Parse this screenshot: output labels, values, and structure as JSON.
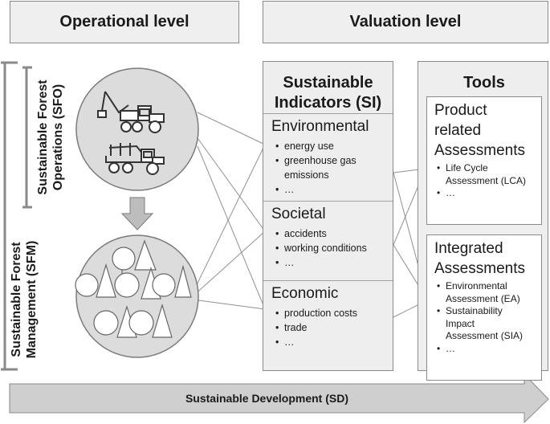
{
  "headers": {
    "operational": "Operational level",
    "valuation": "Valuation level"
  },
  "side_labels": {
    "sfo_line1": "Sustainable Forest",
    "sfo_line2": "Operations (SFO)",
    "sfm_line1": "Sustainable Forest",
    "sfm_line2": "Management (SFM)"
  },
  "indicators": {
    "title_line1": "Sustainable",
    "title_line2": "Indicators (SI)",
    "groups": [
      {
        "name": "Environmental",
        "items": [
          "energy use",
          "greenhouse gas",
          "emissions",
          "…"
        ]
      },
      {
        "name": "Societal",
        "items": [
          "accidents",
          "working conditions",
          "…"
        ]
      },
      {
        "name": "Economic",
        "items": [
          "production costs",
          "trade",
          "…"
        ]
      }
    ]
  },
  "tools": {
    "title": "Tools",
    "product": {
      "title_lines": [
        "Product",
        "related",
        "Assessments"
      ],
      "items": [
        "Life Cycle",
        "Assessment (LCA)",
        "…"
      ]
    },
    "integrated": {
      "title_lines": [
        "Integrated",
        "Assessments"
      ],
      "items": [
        "Environmental",
        "Assessment (EA)",
        "Sustainability",
        "Impact",
        "Assessment (SIA)",
        "…"
      ]
    }
  },
  "bottom_arrow": "Sustainable Development (SD)",
  "icons": [
    "harvester-icon",
    "forwarder-icon",
    "down-arrow-icon",
    "forest-trees-icon"
  ],
  "colors": {
    "panel_bg": "#eeeeee",
    "border": "#8a8a8a",
    "circle_fill": "#dcdcdc",
    "arrow_fill": "#cfcfcf"
  }
}
